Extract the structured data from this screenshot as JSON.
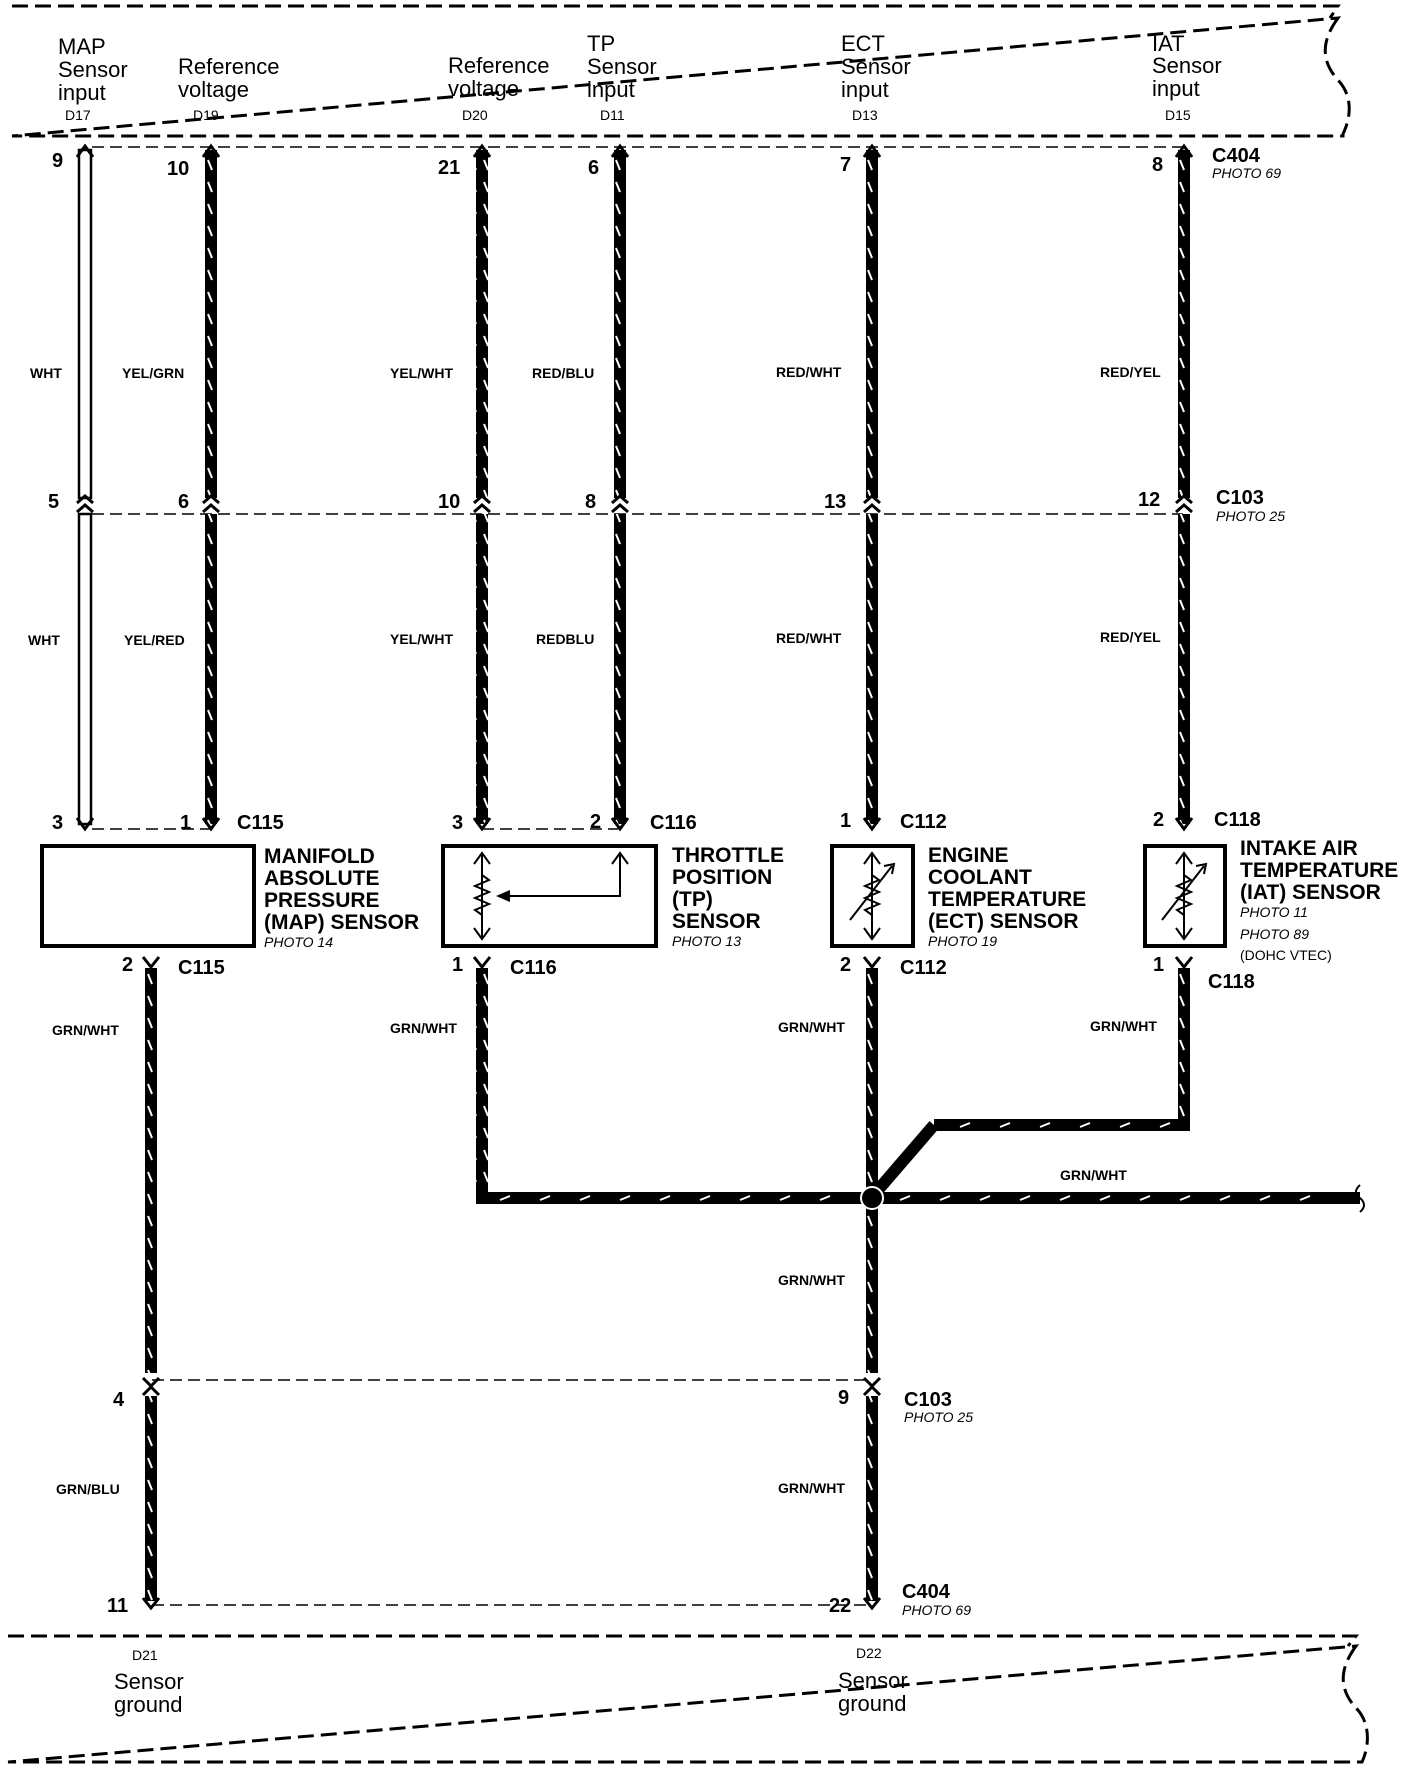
{
  "ecm_top": {
    "terminals": [
      {
        "name": [
          "MAP",
          "Sensor",
          "input"
        ],
        "code": "D17"
      },
      {
        "name": [
          "Reference",
          "voltage"
        ],
        "code": "D19"
      },
      {
        "name": [
          "Reference",
          "voltage"
        ],
        "code": "D20"
      },
      {
        "name": [
          "TP",
          "Sensor",
          "input"
        ],
        "code": "D11"
      },
      {
        "name": [
          "ECT",
          "Sensor",
          "input"
        ],
        "code": "D13"
      },
      {
        "name": [
          "IAT",
          "Sensor",
          "input"
        ],
        "code": "D15"
      }
    ]
  },
  "ecm_bottom": {
    "terminals": [
      {
        "code": "D21",
        "name": [
          "Sensor",
          "ground"
        ]
      },
      {
        "code": "D22",
        "name": [
          "Sensor",
          "ground"
        ]
      }
    ]
  },
  "connectors": {
    "c404_top": {
      "name": "C404",
      "photo": "PHOTO 69"
    },
    "c103_top": {
      "name": "C103",
      "photo": "PHOTO 25"
    },
    "c115_top": {
      "name": "C115"
    },
    "c116_top": {
      "name": "C116"
    },
    "c112_top": {
      "name": "C112"
    },
    "c118_top": {
      "name": "C118"
    },
    "c115_bot": {
      "name": "C115"
    },
    "c116_bot": {
      "name": "C116"
    },
    "c112_bot": {
      "name": "C112"
    },
    "c118_bot": {
      "name": "C118"
    },
    "c103_bot": {
      "name": "C103",
      "photo": "PHOTO 25"
    },
    "c404_bot": {
      "name": "C404",
      "photo": "PHOTO 69"
    }
  },
  "pins": {
    "c404_top": [
      "9",
      "10",
      "21",
      "6",
      "7",
      "8"
    ],
    "c103_top": [
      "5",
      "6",
      "10",
      "8",
      "13",
      "12"
    ],
    "sensor_top": [
      "3",
      "1",
      "3",
      "2",
      "1",
      "2"
    ],
    "sensor_bot": [
      "2",
      "1",
      "2",
      "1"
    ],
    "c103_bot": [
      "4",
      "9"
    ],
    "c404_bot": [
      "11",
      "22"
    ]
  },
  "wire_colors": {
    "upper": [
      "WHT",
      "YEL/GRN",
      "YEL/WHT",
      "RED/BLU",
      "RED/WHT",
      "RED/YEL"
    ],
    "middle": [
      "WHT",
      "YEL/RED",
      "YEL/WHT",
      "REDBLU",
      "RED/WHT",
      "RED/YEL"
    ],
    "ground_upper": [
      "GRN/WHT",
      "GRN/WHT",
      "GRN/WHT",
      "GRN/WHT"
    ],
    "ground_branch": "GRN/WHT",
    "ground_main": "GRN/WHT",
    "ground_lower": [
      "GRN/BLU",
      "GRN/WHT"
    ]
  },
  "components": {
    "map": {
      "lines": [
        "MANIFOLD",
        "ABSOLUTE",
        "PRESSURE",
        "(MAP) SENSOR"
      ],
      "photo": "PHOTO 14"
    },
    "tp": {
      "lines": [
        "THROTTLE",
        "POSITION",
        "(TP)",
        "SENSOR"
      ],
      "photo": "PHOTO 13"
    },
    "ect": {
      "lines": [
        "ENGINE",
        "COOLANT",
        "TEMPERATURE",
        "(ECT) SENSOR"
      ],
      "photo": "PHOTO 19"
    },
    "iat": {
      "lines": [
        "INTAKE AIR",
        "TEMPERATURE",
        "(IAT) SENSOR"
      ],
      "photos": [
        "PHOTO 11",
        "PHOTO 89"
      ],
      "note": "(DOHC VTEC)"
    }
  }
}
